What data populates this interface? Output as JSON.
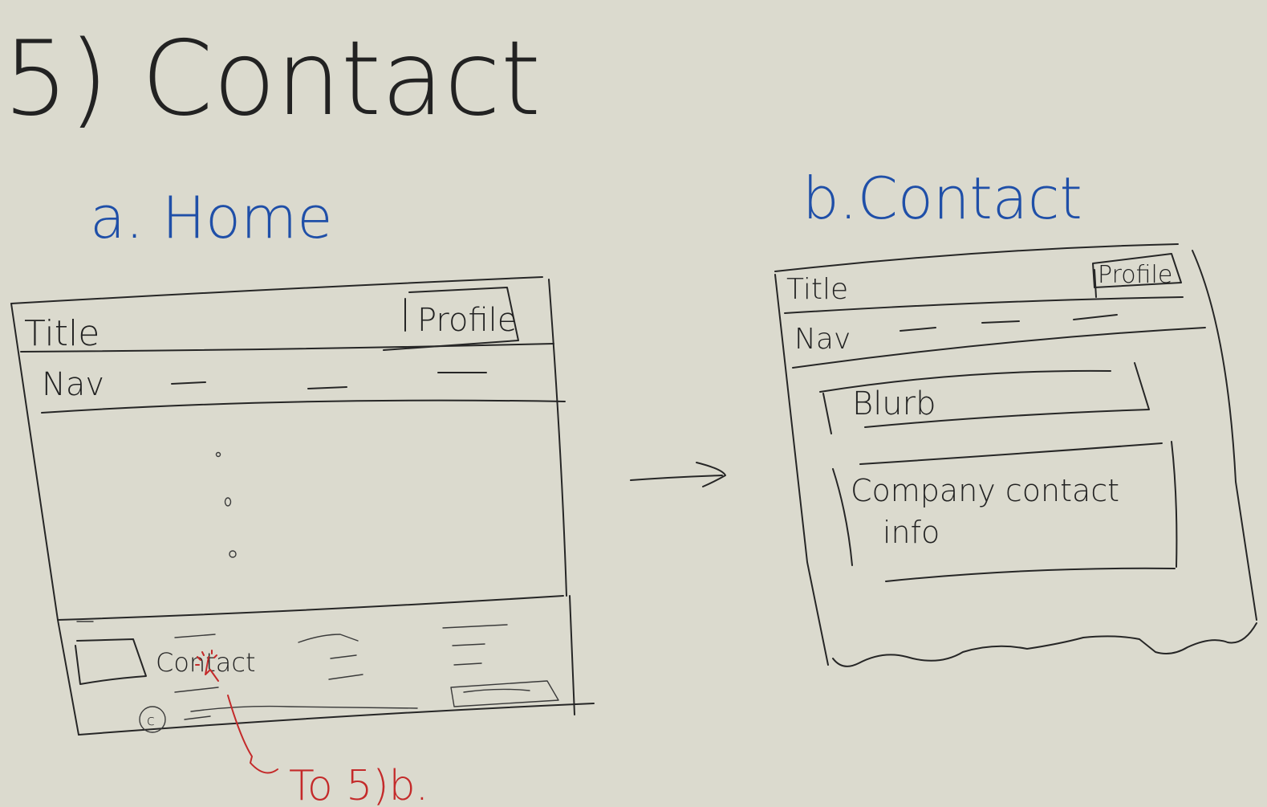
{
  "page_title": "5) Contact",
  "colors": {
    "ink": "#262626",
    "heading_blue": "#1f4fa8",
    "annotation_red": "#c42a2a",
    "paper": "#dbdace"
  },
  "home_sketch": {
    "label": "a. Home",
    "header_title": "Title",
    "profile_button": "Profile",
    "nav_label": "Nav",
    "footer_contact_link": "Contact",
    "footer_copyright_symbol": "c"
  },
  "transition_annotation": "To 5)b.",
  "contact_sketch": {
    "label": "b.Contact",
    "header_title": "Title",
    "profile_button": "Profile",
    "nav_label": "Nav",
    "blurb_box": "Blurb",
    "contact_info_line1": "Company contact",
    "contact_info_line2": "info"
  }
}
